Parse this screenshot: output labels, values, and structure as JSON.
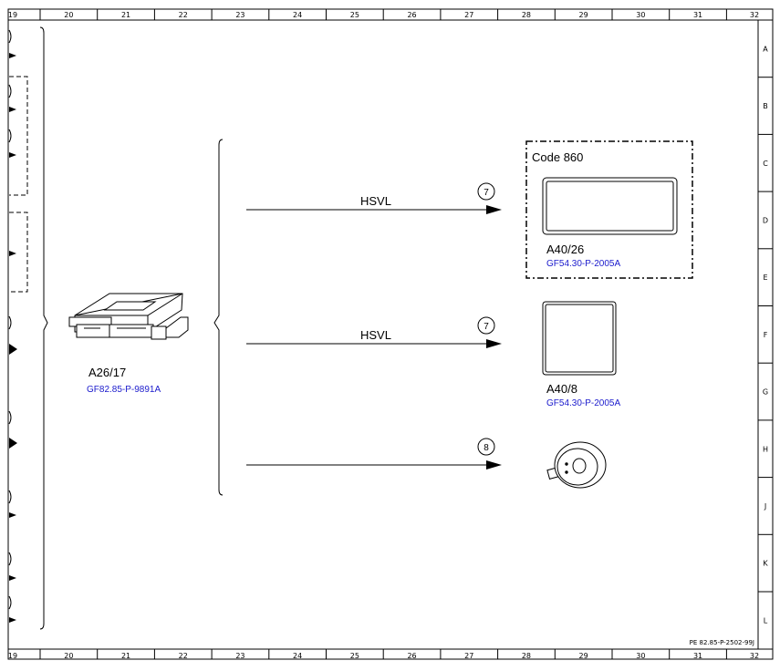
{
  "grid": {
    "columns": [
      "19",
      "20",
      "21",
      "22",
      "23",
      "24",
      "25",
      "26",
      "27",
      "28",
      "29",
      "30",
      "31",
      "32"
    ],
    "rows": [
      "A",
      "B",
      "C",
      "D",
      "E",
      "F",
      "G",
      "H",
      "J",
      "K",
      "L"
    ]
  },
  "control_unit": {
    "id": "A26/17",
    "link": "GF82.85-P-9891A"
  },
  "connections": [
    {
      "signal": "HSVL",
      "circle": "7"
    },
    {
      "signal": "HSVL",
      "circle": "7"
    },
    {
      "signal": "",
      "circle": "8"
    }
  ],
  "code_box": {
    "label": "Code 860"
  },
  "targets": [
    {
      "id": "A40/26",
      "link": "GF54.30-P-2005A"
    },
    {
      "id": "A40/8",
      "link": "GF54.30-P-2005A"
    }
  ],
  "doc_id": "PE 82.85-P-2502-99J"
}
